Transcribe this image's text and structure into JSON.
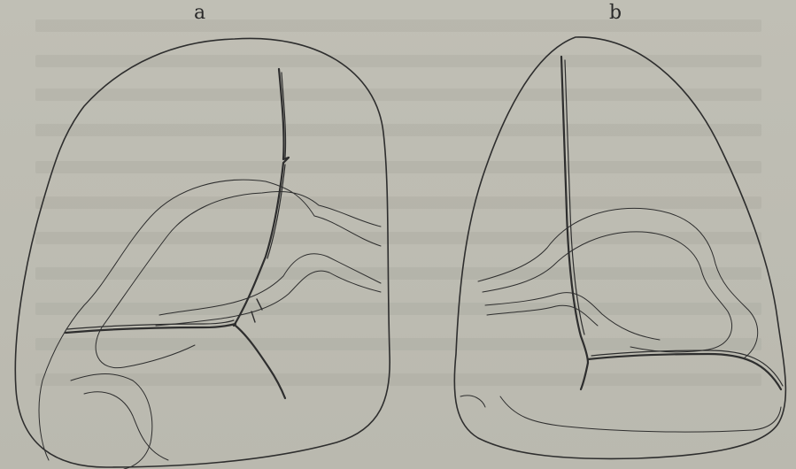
{
  "figure": {
    "panels": [
      {
        "id": "a",
        "label": "a"
      },
      {
        "id": "b",
        "label": "b"
      }
    ],
    "colors": {
      "paper": "#bdbcb2",
      "ink": "#2e2e2e",
      "faint_ink": "#4a4a4a"
    }
  }
}
